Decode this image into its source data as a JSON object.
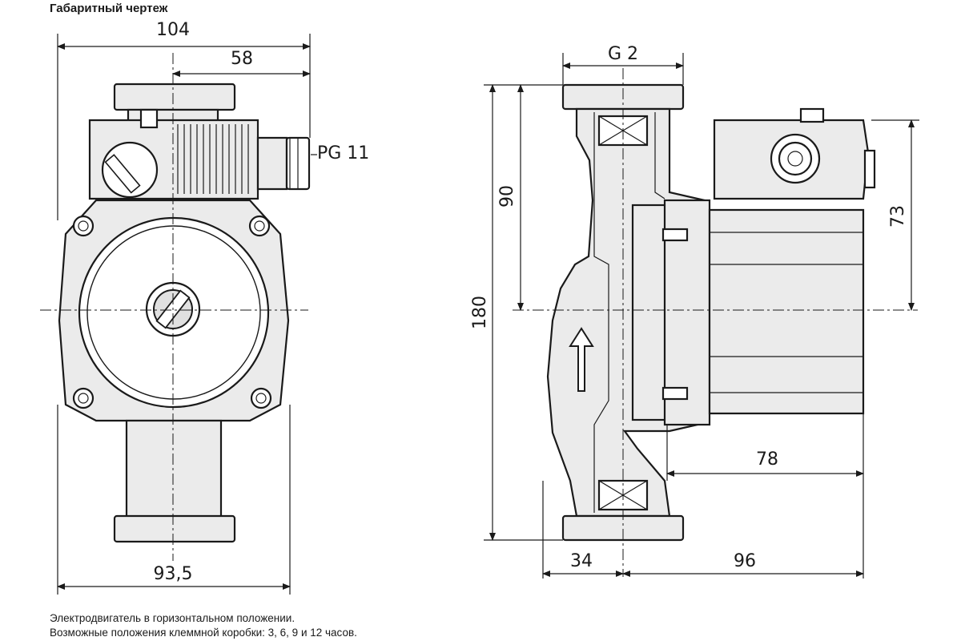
{
  "header": {
    "title": "Габаритный чертеж"
  },
  "dimensions": {
    "width_total": "104",
    "width_offset": "58",
    "cable_gland": "PG 11",
    "base_width": "93,5",
    "thread": "G 2",
    "height_total": "180",
    "height_half": "90",
    "box_height": "73",
    "motor_length": "78",
    "flange_offset": "34",
    "depth_total": "96"
  },
  "notes": {
    "line1": "Электродвигатель в горизонтальном положении.",
    "line2": "Возможные положения клеммной коробки: 3, 6, 9 и 12 часов."
  }
}
